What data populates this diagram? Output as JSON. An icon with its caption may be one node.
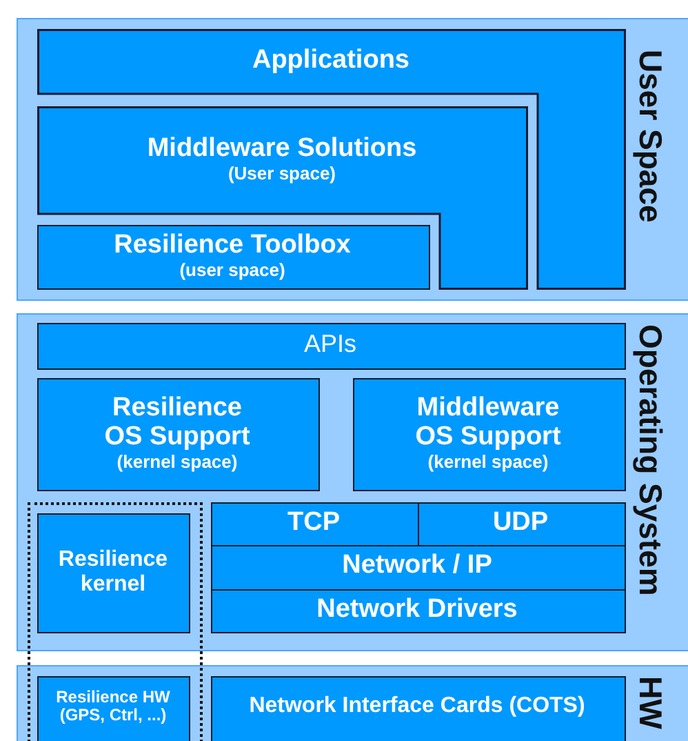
{
  "diagram": {
    "nodes": [
      {
        "text": [
          "User Space"
        ]
      },
      {
        "text": [
          "Applications"
        ],
        "in": 0
      },
      {
        "text": [
          "Middleware Solutions",
          "(User space)"
        ],
        "in": 0
      },
      {
        "text": [
          "Resilience Toolbox",
          "(user space)"
        ],
        "in": 0
      },
      {
        "text": [
          "Operating System"
        ]
      },
      {
        "text": [
          "APIs"
        ],
        "in": 4
      },
      {
        "text": [
          "Resilience OS Support",
          "(kernel space)"
        ],
        "in": 4
      },
      {
        "text": [
          "Middleware OS Support",
          "(kernel space)"
        ],
        "in": 4
      },
      {
        "text": [
          "TCP"
        ],
        "in": 4
      },
      {
        "text": [
          "UDP"
        ],
        "in": 4
      },
      {
        "text": [
          "Network / IP"
        ],
        "in": 4
      },
      {
        "text": [
          "Network Drivers"
        ],
        "in": 4
      },
      {
        "text": [
          "HW"
        ]
      },
      {
        "text": [],
        "shape": "box"
      },
      {
        "text": [
          "Resilience kernel"
        ]
      },
      {
        "text": [
          "Resilience HW (GPS, Ctrl, ...)"
        ]
      },
      {
        "text": [
          "Network Interface Cards (COTS)"
        ],
        "in": 12
      }
    ]
  }
}
